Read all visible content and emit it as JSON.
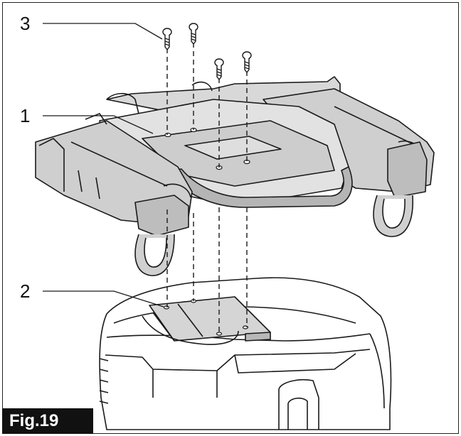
{
  "figure": {
    "label": "Fig.19",
    "callouts": [
      "3",
      "1",
      "2"
    ]
  },
  "parts": {
    "plate": "mounting-plate",
    "base": "battery-housing",
    "fasteners": "screws"
  },
  "colors": {
    "line": "#1a1a1a",
    "fill_light": "#e6e6e6",
    "fill_mid": "#c9c9c9",
    "fill_dark": "#9e9e9e",
    "label_bg": "#111111"
  }
}
